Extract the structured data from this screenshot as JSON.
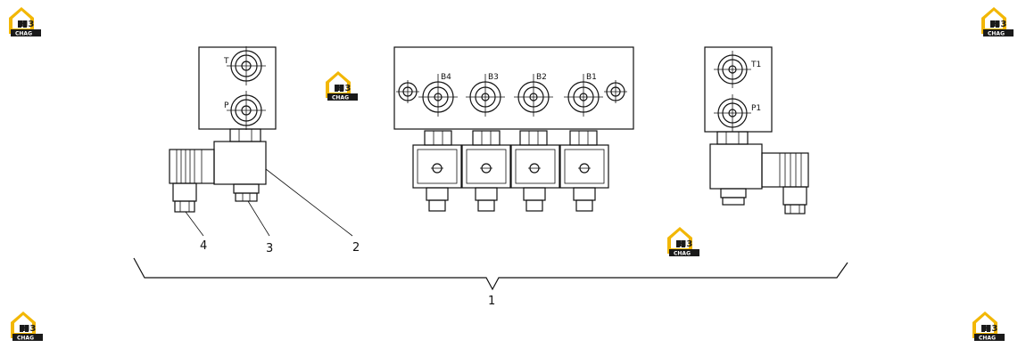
{
  "logo": {
    "mark": "H3",
    "brand": "CHAG",
    "colors": {
      "yellow": "#f2b705",
      "dark": "#1a1a1a"
    }
  },
  "ports": {
    "left": {
      "top": "T",
      "bottom": "P"
    },
    "center": [
      "B4",
      "B3",
      "B2",
      "B1"
    ],
    "right": {
      "top": "T1",
      "bottom": "P1"
    }
  },
  "callouts": {
    "assembly": "1",
    "valve_body": "2",
    "nut": "3",
    "connector": "4"
  }
}
